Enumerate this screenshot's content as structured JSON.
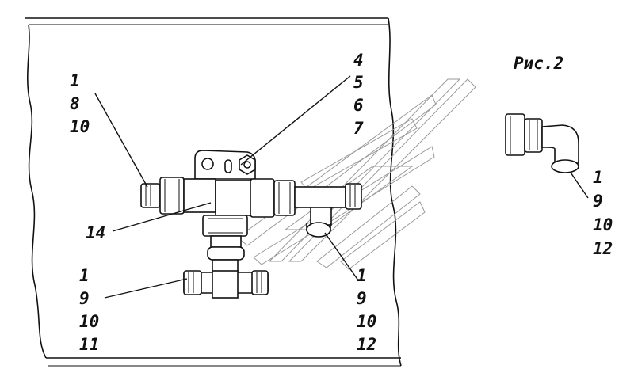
{
  "figure_caption": "Рис.2",
  "callouts": {
    "top_left": [
      "1",
      "8",
      "10"
    ],
    "top_right": [
      "4",
      "5",
      "6",
      "7"
    ],
    "mid_left": [
      "14"
    ],
    "bottom_left": [
      "1",
      "9",
      "10",
      "11"
    ],
    "bottom_right": [
      "1",
      "9",
      "10",
      "12"
    ],
    "fig2": [
      "1",
      "9",
      "10",
      "12"
    ]
  },
  "colors": {
    "line": "#111111",
    "background": "#ffffff",
    "hatch": "#9a9a9a"
  }
}
